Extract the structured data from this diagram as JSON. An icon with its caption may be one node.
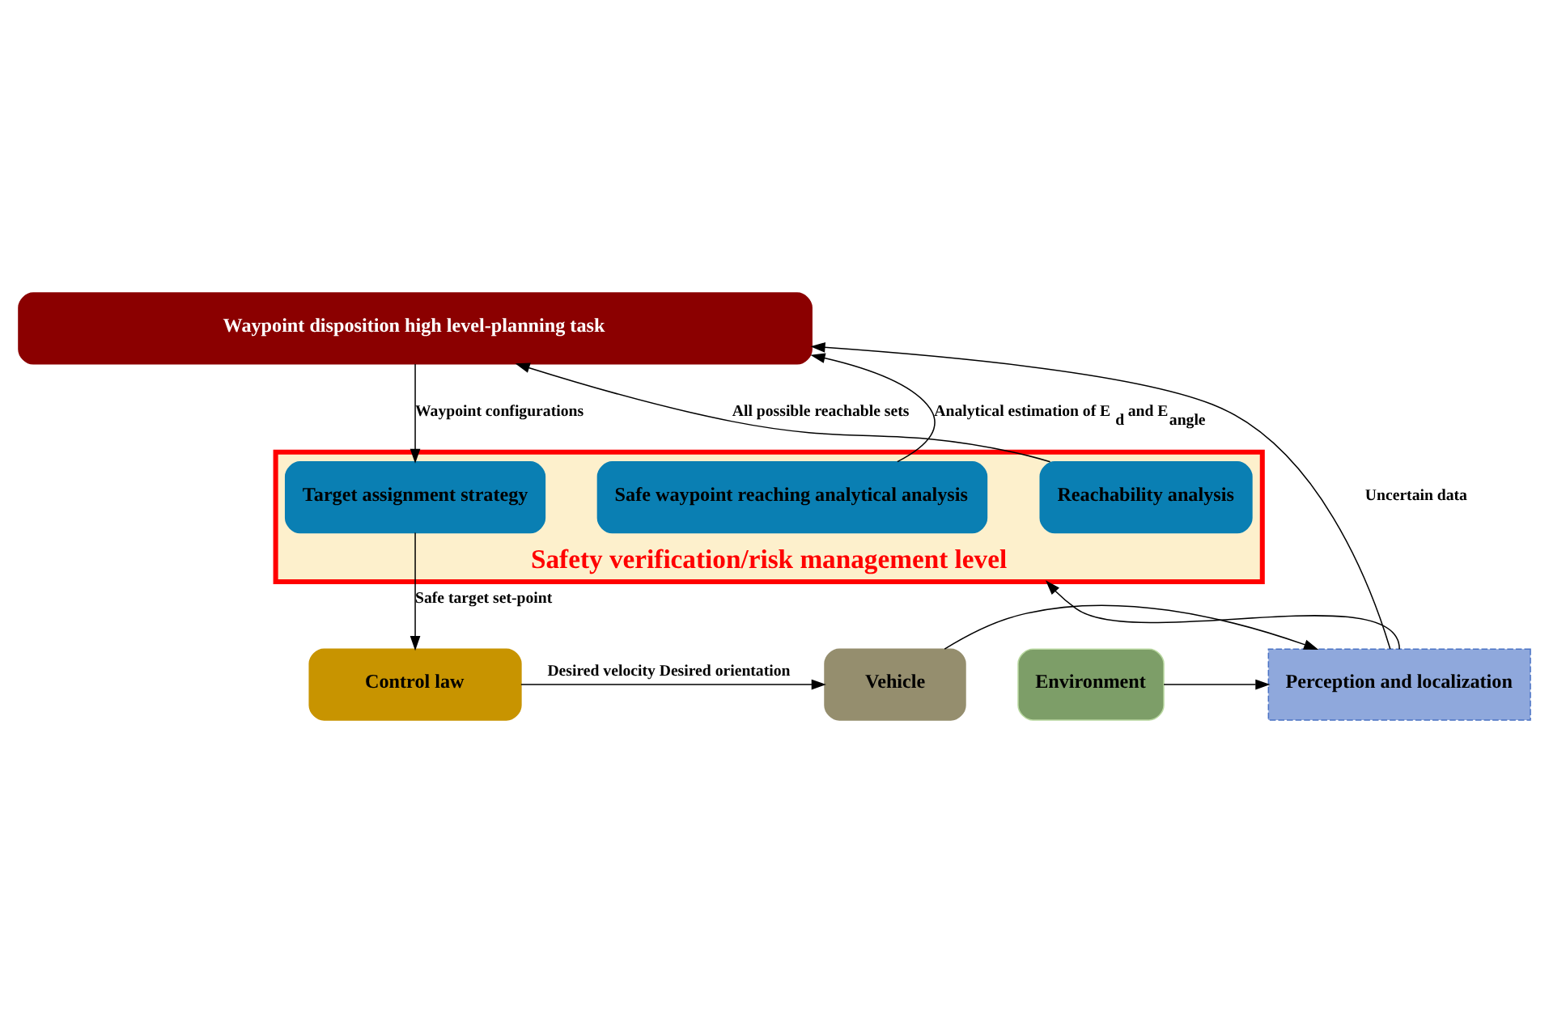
{
  "diagram": {
    "nodes": [
      {
        "text": [
          "Waypoint disposition high level-planning task"
        ]
      },
      {
        "text": [
          "Safety verification/risk management level"
        ]
      },
      {
        "text": [
          "Reachability analysis"
        ],
        "in": 1
      },
      {
        "text": [
          "Safe waypoint reaching analytical analysis"
        ],
        "in": 1
      },
      {
        "text": [
          "Target assignment strategy"
        ],
        "in": 1
      },
      {
        "text": [
          "Perception and localization"
        ]
      },
      {
        "text": [
          "Environment"
        ]
      },
      {
        "text": [
          "Vehicle"
        ]
      },
      {
        "text": [
          "Control law"
        ]
      }
    ],
    "edges": [
      {
        "from": 2,
        "to": 0,
        "arrow": "to",
        "label": "All possible reachable sets"
      },
      {
        "from": 3,
        "to": 0,
        "arrow": "to",
        "label": "Analytical estimation of E$_{d}$ and E$_{angle}$"
      },
      {
        "from": 0,
        "to": 4,
        "arrow": "to",
        "label": "Waypoint configurations"
      },
      {
        "from": 5,
        "to": 0,
        "arrow": "to",
        "label": "Uncertain data"
      },
      {
        "from": 5,
        "to": 1,
        "arrow": "to"
      },
      {
        "from": 4,
        "to": 8,
        "arrow": "to",
        "label": "Safe target set-point"
      },
      {
        "from": 8,
        "to": 7,
        "arrow": "to",
        "label": "Desired velocity Desired orientation"
      },
      {
        "from": 6,
        "to": 5,
        "arrow": "to"
      },
      {
        "from": 7,
        "to": 5,
        "arrow": "to"
      }
    ]
  }
}
